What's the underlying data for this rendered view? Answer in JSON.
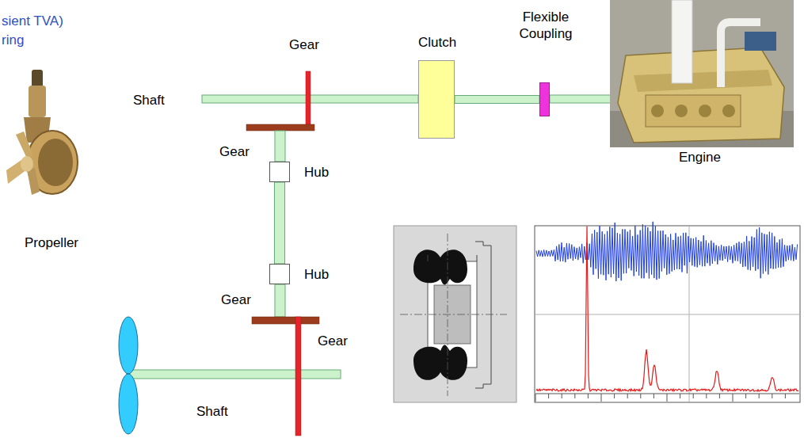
{
  "diagram": {
    "nodes": [
      {
        "text": [
          "Clutch"
        ]
      },
      {
        "text": [
          "Flexible Coupling"
        ]
      },
      {
        "text": [
          "Hub"
        ]
      },
      {
        "text": [
          "Hub"
        ]
      }
    ],
    "edges": [
      {
        "from": 0,
        "to": 1,
        "arrow": "none"
      },
      {
        "from": 2,
        "to": 3,
        "arrow": "none"
      }
    ],
    "labels": [
      "sient TVA)",
      "ring",
      "Gear",
      "Shaft",
      "Gear",
      "Gear",
      "Gear",
      "Propeller",
      "Shaft",
      "Engine"
    ]
  }
}
